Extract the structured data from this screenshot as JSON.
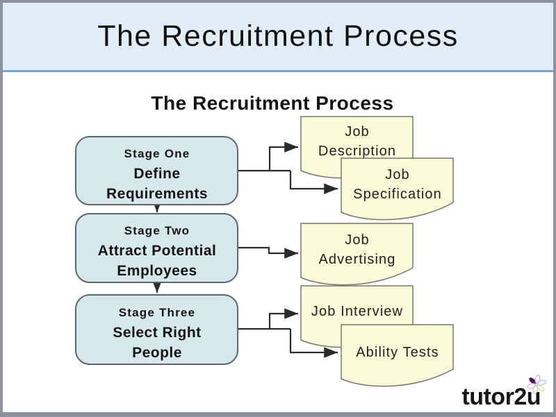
{
  "slide": {
    "header_title": "The Recruitment Process"
  },
  "diagram": {
    "title": "The Recruitment Process",
    "stages": [
      {
        "lines": [
          "Stage One",
          "Define",
          "Requirements"
        ]
      },
      {
        "lines": [
          "Stage Two",
          "Attract Potential",
          "Employees"
        ]
      },
      {
        "lines": [
          "Stage Three",
          "Select Right",
          "People"
        ]
      }
    ],
    "documents": [
      {
        "lines": [
          "Job",
          "Description"
        ]
      },
      {
        "lines": [
          "Job",
          "Specification"
        ]
      },
      {
        "lines": [
          "Job",
          "Advertising"
        ]
      },
      {
        "lines": [
          "Job Interview"
        ]
      },
      {
        "lines": [
          "Ability Tests"
        ]
      }
    ],
    "connections": [
      "Stage One -> Stage Two",
      "Stage Two -> Stage Three",
      "Stage One -> Job Description",
      "Stage One -> Job Specification",
      "Stage Two -> Job Advertising",
      "Stage Three -> Job Interview",
      "Stage Three -> Ability Tests"
    ]
  },
  "logo": {
    "text_regular": "tutor",
    "text_bold": "2u",
    "icon": "flower-icon"
  },
  "colors": {
    "header_bg": "#e2eef7",
    "header_underline": "#7ba3c9",
    "frame_border": "#8d939e",
    "stage_fill": "#d6e8ec",
    "stage_border": "#5b6670",
    "document_fill": "#fafad8",
    "document_border": "#76766e",
    "connector": "#2b2b2b",
    "logo_flower_purple": "#4b0d59"
  }
}
